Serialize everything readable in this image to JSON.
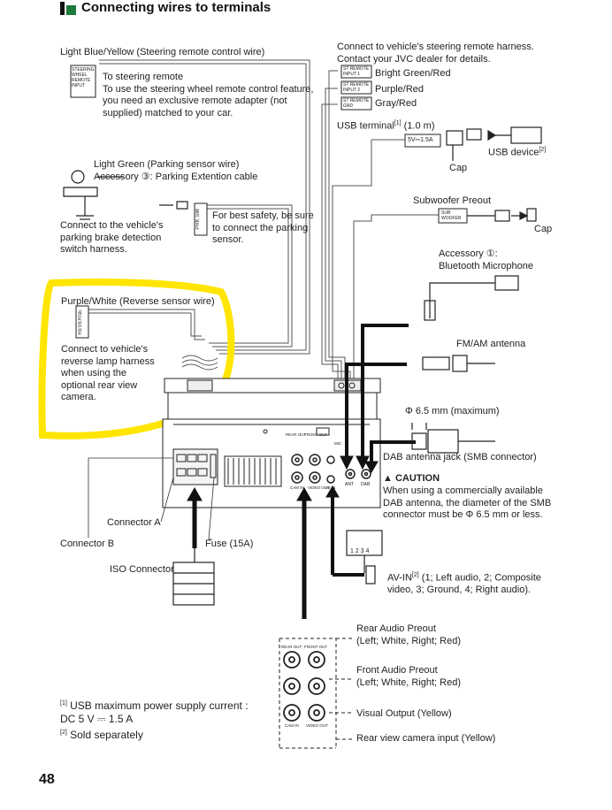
{
  "header": {
    "title": "Connecting wires to terminals"
  },
  "labels": {
    "light_blue_yellow": "Light Blue/Yellow (Steering remote control wire)",
    "steering_remote_note": "To steering remote\nTo use the steering wheel remote control feature,\nyou need an exclusive remote adapter (not\nsupplied) matched to your car.",
    "steering_tag": "STEERING\nWHEEL\nREMOTE\nINPUT",
    "jvc_harness": "Connect to vehicle's steering remote harness.\nContact your JVC dealer for details.",
    "st_remote_1_tag": "ST REMOTE\nINPUT 1",
    "st_remote_1": "Bright Green/Red",
    "st_remote_2_tag": "ST REMOTE\nINPUT 2",
    "st_remote_2": "Purple/Red",
    "st_remote_gnd_tag": "ST REMOTE\nGND",
    "st_remote_gnd": "Gray/Red",
    "usb_terminal": "USB terminal",
    "usb_terminal_sup": "[1]",
    "usb_length": " (1.0 m)",
    "usb_rating_tag": "5V⎓1.5A",
    "usb_device": "USB device",
    "usb_device_sup": "[2]",
    "cap_usb": "Cap",
    "light_green": "Light Green (Parking sensor wire)\nAccessory ③: Parking Extention cable",
    "parking_brake": "Connect to the vehicle's\nparking brake detection\nswitch harness.",
    "prk_sw_tag": "PRK SW",
    "parking_safety": "For best safety, be sure\nto connect the parking\nsensor.",
    "subwoofer": "Subwoofer Preout",
    "sub_tag": "SUB\nWOOFER",
    "cap_sub": "Cap",
    "bt_mic": "Accessory ①:\nBluetooth Microphone",
    "purple_white": "Purple/White (Reverse sensor wire)",
    "reverse_tag": "REVERSE",
    "reverse_lamp": "Connect to vehicle's\nreverse lamp harness\nwhen using the\noptional rear view\ncamera.",
    "fm_am": "FM/AM antenna",
    "dab_dia": "Φ 6.5 mm (maximum)",
    "dab_jack": "DAB antenna jack (SMB connector)",
    "caution_title": "▲ CAUTION",
    "caution_text": "When using a commercially available\nDAB antenna, the diameter of the SMB\nconnector must be Φ 6.5 mm or less.",
    "connector_a": "Connector A",
    "connector_b": "Connector B",
    "fuse": "Fuse (15A)",
    "iso": "ISO Connector",
    "av_in": "AV-IN",
    "av_in_sup": "[2]",
    "av_in_desc": " (1; Left audio, 2; Composite\nvideo, 3; Ground, 4; Right audio).",
    "av_pins": "1 2 3 4",
    "rear_preout": "Rear Audio Preout\n(Left; White, Right; Red)",
    "front_preout": "Front Audio Preout\n(Left; White, Right; Red)",
    "visual_out": "Visual Output (Yellow)",
    "rear_cam": "Rear view camera input (Yellow)",
    "unit_rear_out": "REAR OUT",
    "unit_front_out": "FRONT OUT",
    "unit_mic": "MIC",
    "unit_cam": "CAM IN",
    "unit_vout": "VIDEO OUT",
    "unit_avin": "AV IN",
    "unit_ant": "ANT",
    "unit_dab": "DAB",
    "rca_rear": "REAR OUT",
    "rca_front": "FRONT OUT",
    "rca_cam": "CAM IN",
    "rca_vout": "VIDEO OUT"
  },
  "footnotes": {
    "note1_mark": "[1]",
    "note1": " USB maximum power supply current :\nDC 5 V ⎓ 1.5 A",
    "note2_mark": "[2]",
    "note2": " Sold separately"
  },
  "page_number": "48",
  "colors": {
    "highlight": "#ffe500",
    "ink": "#222222",
    "wire": "#444444"
  }
}
